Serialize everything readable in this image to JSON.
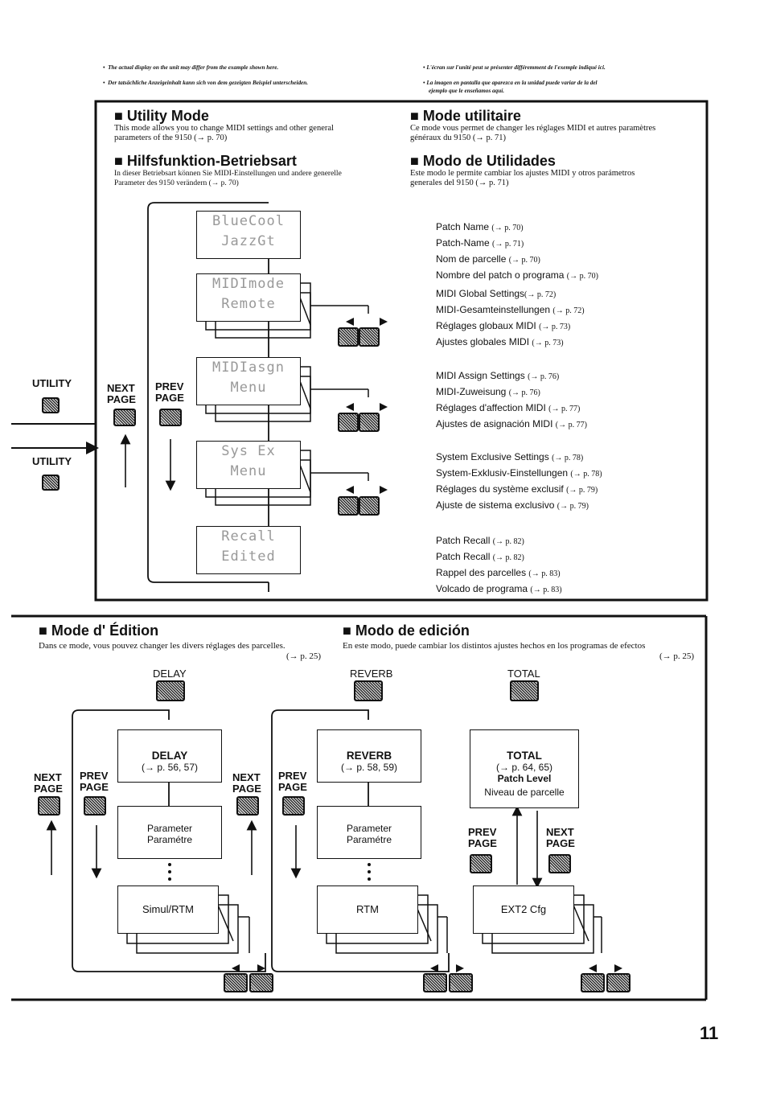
{
  "notes": {
    "en": "The actual display on the unit may differ from the example shown here.",
    "de": "Der tatsächliche Anzeigeinhalt kann sich von dem gezeigten Beispiel unterscheiden.",
    "fr": "L'écran sur l'unité peut se présenter différemment de l'exemple indiqué ici.",
    "es1": "La imagen en pantalla que aparezca en la unidad puede variar de la del",
    "es2": "ejemplo que le enseñamos aquí."
  },
  "utility": {
    "en_title": "Utility Mode",
    "en_desc1": "This mode allows you to change MIDI settings and other general",
    "en_desc2": "parameters of the 9150 (→ p. 70)",
    "de_title": "Hilfsfunktion-Betriebsart",
    "de_desc1": "In dieser Betriebsart können Sie MIDI-Einstellungen und andere generelle",
    "de_desc2": "Parameter des 9150 verändern (→ p. 70)",
    "fr_title": "Mode utilitaire",
    "fr_desc1": "Ce mode vous permet de changer les réglages MIDI et autres paramètres",
    "fr_desc2": "généraux du 9150 (→ p. 71)",
    "es_title": "Modo de Utilidades",
    "es_desc1": "Este modo le permite cambiar los ajustes MIDI y otros parámetros",
    "es_desc2": "generales del 9150 (→ p. 71)",
    "utility_label": "UTILITY",
    "next_page_1": "NEXT",
    "next_page_2": "PAGE",
    "prev_page_1": "PREV",
    "prev_page_2": "PAGE",
    "screens": [
      {
        "line1": "BlueCool",
        "line2": "JazzGt"
      },
      {
        "line1": "MIDImode",
        "line2": "Remote"
      },
      {
        "line1": "MIDIasgn",
        "line2": "Menu"
      },
      {
        "line1": "Sys Ex",
        "line2": "Menu"
      },
      {
        "line1": "Recall",
        "line2": "Edited"
      }
    ],
    "refs": [
      [
        {
          "t": "Patch Name",
          "p": "(→ p. 70)"
        },
        {
          "t": "Patch-Name",
          "p": "(→ p. 71)"
        },
        {
          "t": "Nom de parcelle",
          "p": "(→ p. 70)"
        },
        {
          "t": "Nombre del patch o programa",
          "p": "(→ p. 70)"
        }
      ],
      [
        {
          "t": "MIDI Global Settings",
          "p": "(→ p. 72)"
        },
        {
          "t": "MIDI-Gesamteinstellungen",
          "p": "(→ p. 72)"
        },
        {
          "t": "Réglages globaux MIDI",
          "p": "(→ p. 73)"
        },
        {
          "t": "Ajustes globales MIDI",
          "p": "(→ p. 73)"
        }
      ],
      [
        {
          "t": "MIDI Assign Settings",
          "p": "(→ p. 76)"
        },
        {
          "t": "MIDI-Zuweisung",
          "p": "(→ p. 76)"
        },
        {
          "t": "Réglages d'affection MIDI",
          "p": "(→ p. 77)"
        },
        {
          "t": "Ajustes de asignación MIDI",
          "p": "(→ p. 77)"
        }
      ],
      [
        {
          "t": "System Exclusive Settings",
          "p": "(→ p. 78)"
        },
        {
          "t": "System-Exklusiv-Einstellungen",
          "p": "(→ p. 78)"
        },
        {
          "t": "Réglages du système exclusif",
          "p": "(→ p. 79)"
        },
        {
          "t": "Ajuste de sistema exclusivo",
          "p": "(→ p. 79)"
        }
      ],
      [
        {
          "t": "Patch Recall",
          "p": "(→ p. 82)"
        },
        {
          "t": "Patch Recall",
          "p": "(→ p. 82)"
        },
        {
          "t": "Rappel des parcelles",
          "p": "(→ p. 83)"
        },
        {
          "t": "Volcado de programa",
          "p": "(→ p. 83)"
        }
      ]
    ]
  },
  "edit": {
    "fr_title": "Mode d' Édition",
    "fr_desc": "Dans ce mode, vous pouvez changer les divers réglages des parcelles.",
    "fr_ref": "(→ p. 25)",
    "es_title": "Modo de edición",
    "es_desc": "En este modo, puede cambiar los distintos ajustes hechos en los programas de efectos",
    "es_ref": "(→ p. 25)",
    "delay_key": "DELAY",
    "reverb_key": "REVERB",
    "total_key": "TOTAL",
    "delay_box_title": "DELAY",
    "delay_box_ref": "(→ p. 56, 57)",
    "reverb_box_title": "REVERB",
    "reverb_box_ref": "(→ p. 58, 59)",
    "total_box_title": "TOTAL",
    "total_box_ref": "(→ p. 64, 65)",
    "total_box_l3": "Patch Level",
    "total_box_l4": "Niveau de parcelle",
    "param1": "Parameter",
    "param2": "Paramétre",
    "delay_last": "Simul/RTM",
    "reverb_last": "RTM",
    "total_last": "EXT2 Cfg",
    "dots": "•"
  },
  "page_number": "11"
}
